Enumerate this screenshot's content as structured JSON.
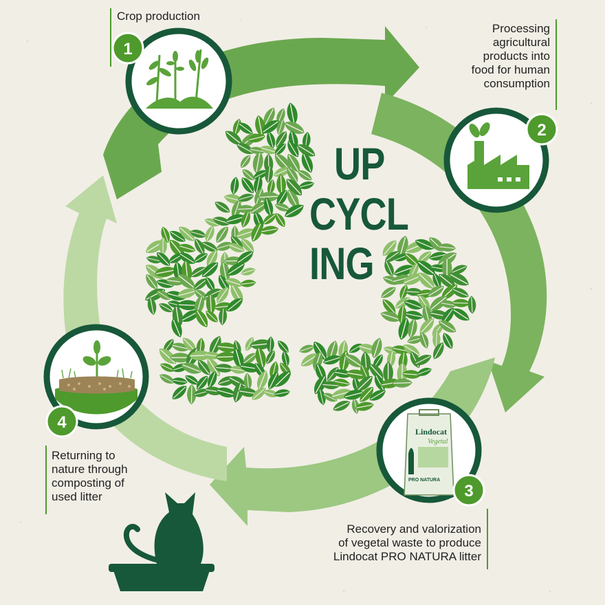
{
  "title": {
    "line1": "UP",
    "line2": "CYCL",
    "line3": "ING"
  },
  "steps": [
    {
      "number": "1",
      "label": "Crop production",
      "icon": "crop-plants-icon"
    },
    {
      "number": "2",
      "label_lines": [
        "Processing",
        "agricultural",
        "products into",
        "food for human",
        "consumption"
      ],
      "icon": "factory-icon"
    },
    {
      "number": "3",
      "label_lines": [
        "Recovery and valorization",
        "of vegetal waste to produce",
        "Lindocat PRO NATURA litter"
      ],
      "icon": "litter-bag-icon",
      "bag_text": {
        "brand": "Lindocat",
        "sub": "Vegetal",
        "line": "PRO NATURA"
      }
    },
    {
      "number": "4",
      "label_lines": [
        "Returning to",
        "nature through",
        "composting of",
        "used litter"
      ],
      "icon": "compost-soil-icon"
    }
  ],
  "colors": {
    "dark_green": "#17583a",
    "mid_green": "#4e9a2c",
    "light_green": "#8ec06a",
    "pale_green": "#bcd9a4",
    "background": "#f1eee6"
  },
  "icons": [
    "recycle-leaves-icon",
    "cat-in-litter-box-icon"
  ]
}
